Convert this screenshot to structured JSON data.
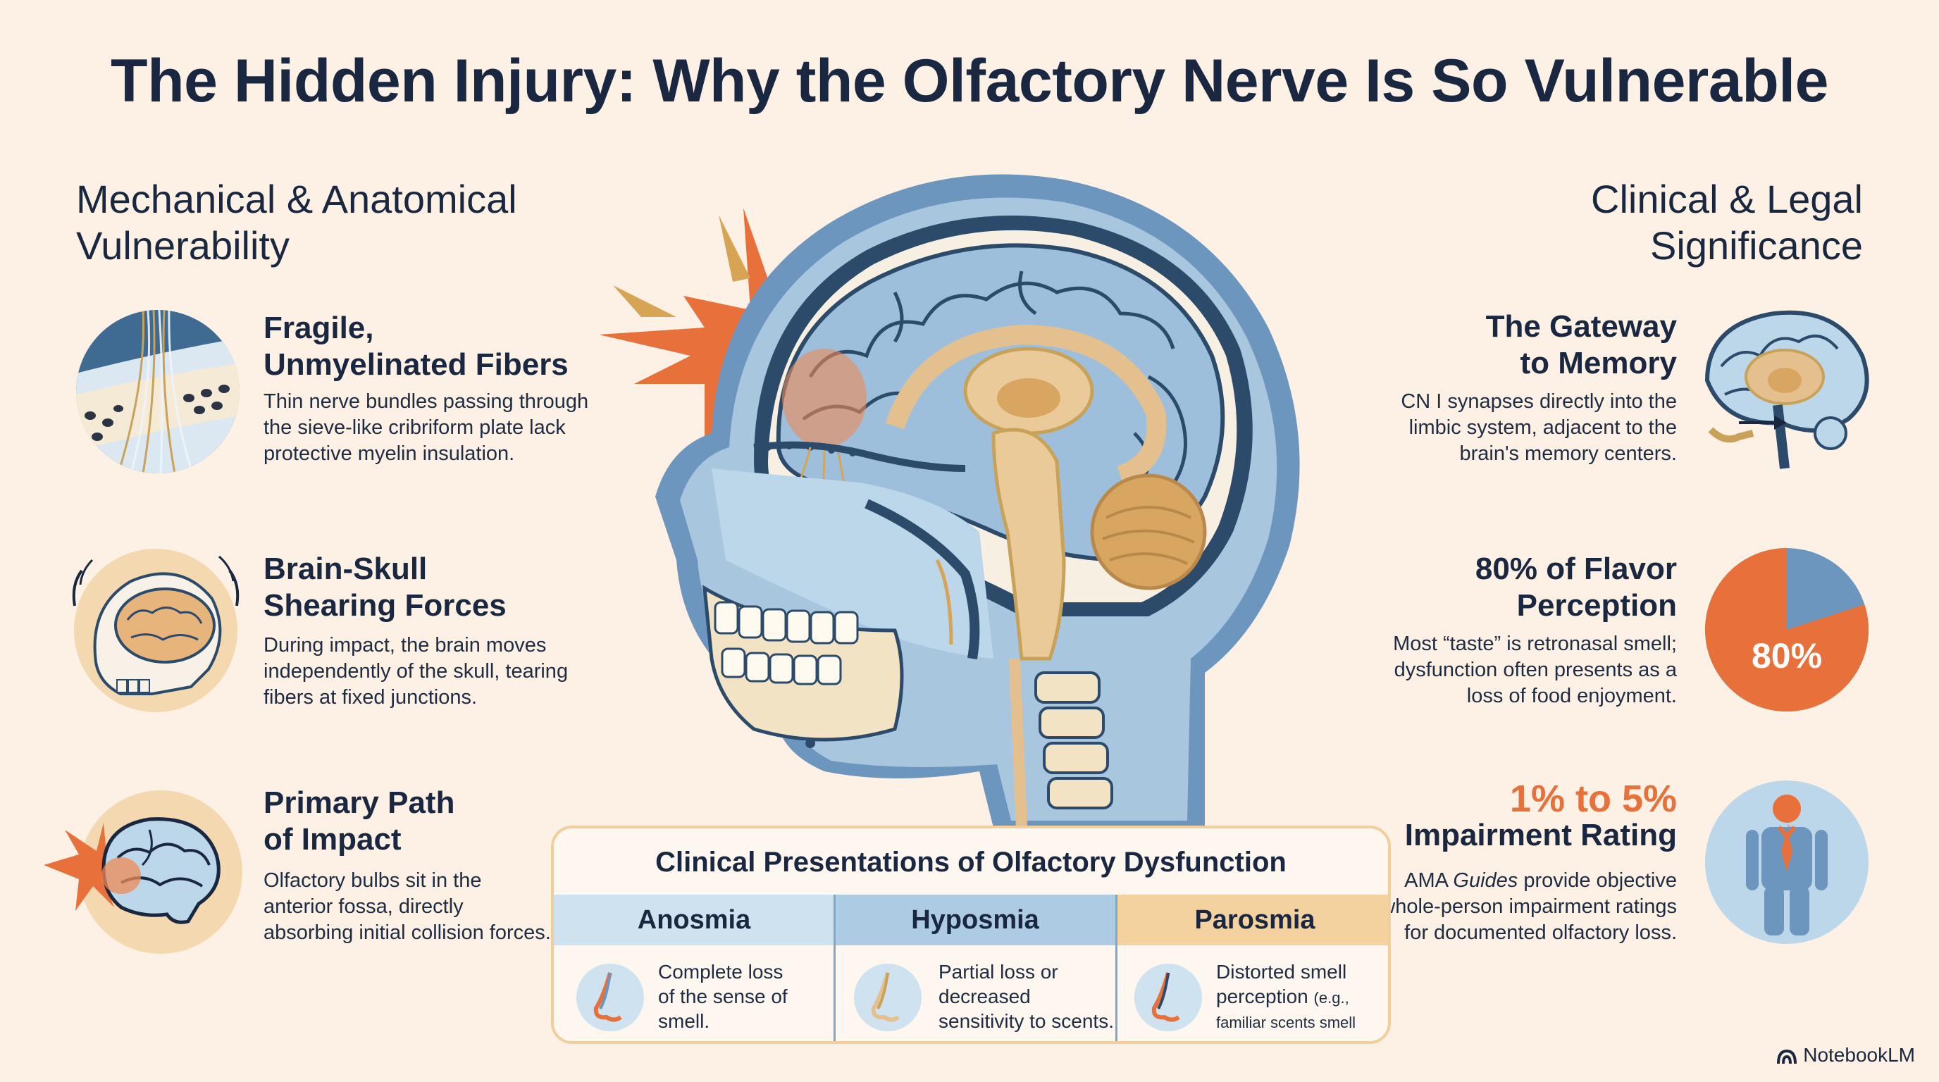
{
  "title": "The Hidden Injury: Why the Olfactory Nerve Is So Vulnerable",
  "left_section": {
    "title_line1": "Mechanical & Anatomical",
    "title_line2": "Vulnerability",
    "items": [
      {
        "heading1": "Fragile,",
        "heading2": "Unmyelinated Fibers",
        "desc1": "Thin nerve bundles passing through",
        "desc2": "the sieve-like cribriform plate lack",
        "desc3": "protective myelin insulation."
      },
      {
        "heading1": "Brain-Skull",
        "heading2": "Shearing Forces",
        "desc1": "During impact, the brain moves",
        "desc2": "independently of the skull, tearing",
        "desc3": "fibers at fixed junctions."
      },
      {
        "heading1": "Primary Path",
        "heading2": "of Impact",
        "desc1": "Olfactory bulbs sit in the",
        "desc2": "anterior fossa, directly",
        "desc3": "absorbing initial collision forces."
      }
    ]
  },
  "right_section": {
    "title_line1": "Clinical & Legal",
    "title_line2": "Significance",
    "items": [
      {
        "heading1": "The Gateway",
        "heading2": "to Memory",
        "desc1": "CN I synapses directly into the",
        "desc2": "limbic system, adjacent to the",
        "desc3": "brain's memory centers."
      },
      {
        "heading1": "80% of Flavor",
        "heading2": "Perception",
        "desc1": "Most “taste” is retronasal smell;",
        "desc2": "dysfunction often presents as a",
        "desc3": "loss of food enjoyment."
      },
      {
        "heading1": "1% to 5%",
        "heading2": "Impairment Rating",
        "desc1a": "AMA ",
        "desc1b": "Guides",
        "desc1c": " provide objective",
        "desc2": "whole-person impairment ratings",
        "desc3": "for documented olfactory loss."
      }
    ]
  },
  "pie": {
    "label": "80%",
    "percent": 80
  },
  "panel": {
    "title": "Clinical Presentations of Olfactory Dysfunction",
    "columns": [
      {
        "name": "Anosmia",
        "line1": "Complete loss",
        "line2": "of the sense of",
        "line3": "smell."
      },
      {
        "name": "Hyposmia",
        "line1": "Partial loss or",
        "line2": "decreased",
        "line3": "sensitivity to scents."
      },
      {
        "name": "Parosmia",
        "line1": "Distorted smell",
        "line2a": "perception ",
        "line2b": "(e.g.,",
        "line3": "familiar scents smell foul)."
      }
    ]
  },
  "footer": "NotebookLM",
  "colors": {
    "background": "#fcf1e4",
    "navy": "#1a2740",
    "blue": "#7fa7c7",
    "light_blue": "#bcd6ea",
    "orange": "#e8703a",
    "tan": "#e5c08f"
  }
}
